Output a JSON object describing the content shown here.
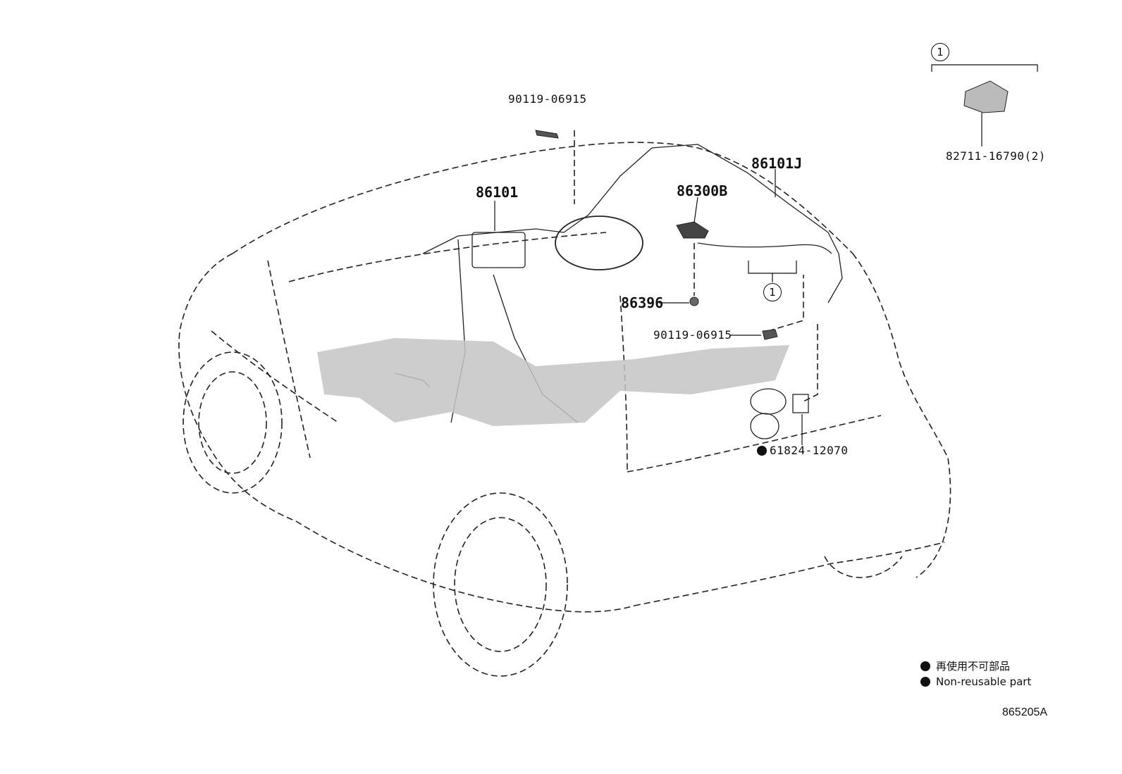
{
  "callouts": {
    "bolt_top": "90119-06915",
    "harness_front": "86101",
    "harness_rear": "86101J",
    "antenna": "86300B",
    "nut": "86396",
    "bolt_mid": "90119-06915",
    "label_part": "61824-12070",
    "clamp": "82711-16790(2)",
    "group_ref_top": "1",
    "group_ref_mid": "1"
  },
  "legend": {
    "jp": "再使用不可部品",
    "en": "Non-reusable part"
  },
  "diagram_code": "865205A",
  "colors": {
    "line": "#111111",
    "watermark": "#c4c4c4"
  }
}
